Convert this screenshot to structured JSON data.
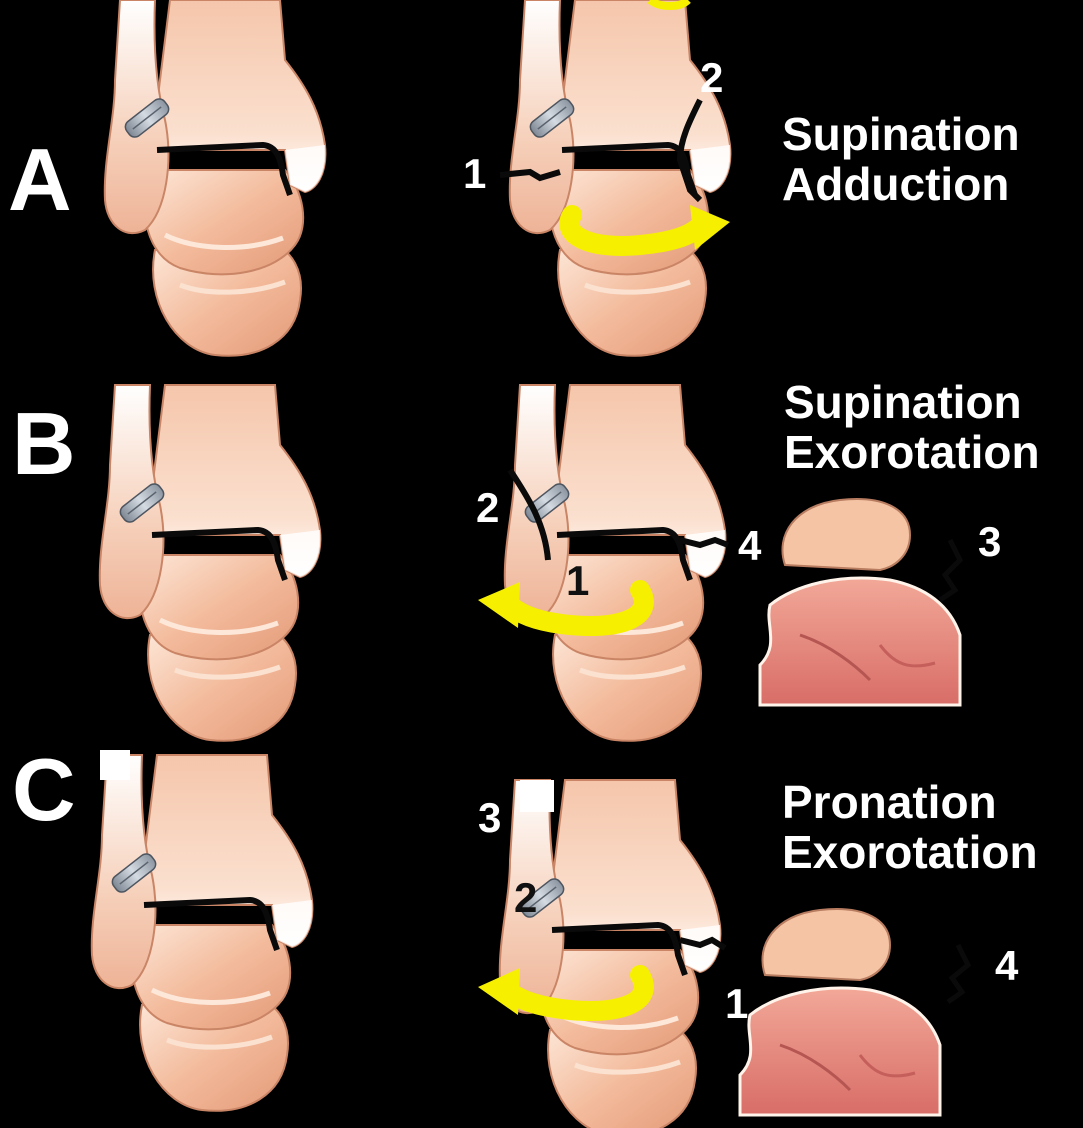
{
  "rows": [
    {
      "letter": "A",
      "mechanism_line1": "Supination",
      "mechanism_line2": "Adduction",
      "stage_labels": [
        "1",
        "2"
      ]
    },
    {
      "letter": "B",
      "mechanism_line1": "Supination",
      "mechanism_line2": "Exorotation",
      "stage_labels": [
        "2",
        "1",
        "4",
        "3"
      ]
    },
    {
      "letter": "C",
      "mechanism_line1": "Pronation",
      "mechanism_line2": "Exorotation",
      "stage_labels": [
        "3",
        "2",
        "1",
        "4"
      ]
    }
  ],
  "colors": {
    "background": "#000000",
    "bone": "#f2b998",
    "bone_highlight": "#fde7d8",
    "ligament": "#9aa4b0",
    "arrow": "#f6f000",
    "fracture_line": "#0a0a0a",
    "posterior_view": "#e2807a"
  }
}
